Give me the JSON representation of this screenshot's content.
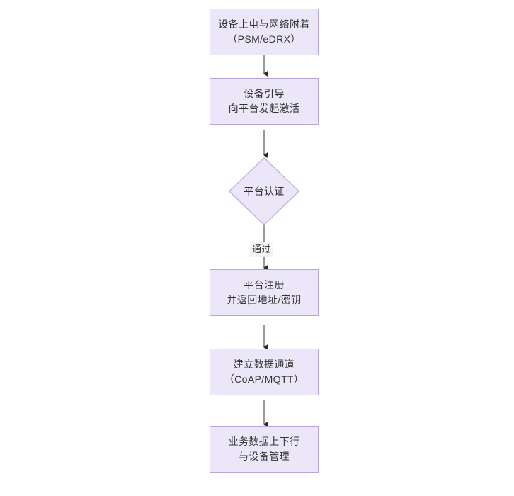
{
  "diagram": {
    "type": "flowchart",
    "orientation": "top-to-bottom",
    "background_color": "#ffffff",
    "node_fill_color": "#ebe7f8",
    "node_border_color": "#b9a5dc",
    "text_color": "#333333",
    "connector_color": "#333333",
    "nodes": [
      {
        "id": "n1",
        "shape": "rectangle",
        "line1": "设备上电与网络附着",
        "line2": "（PSM/eDRX）"
      },
      {
        "id": "n2",
        "shape": "rectangle",
        "line1": "设备引导",
        "line2": "向平台发起激活"
      },
      {
        "id": "n3",
        "shape": "diamond",
        "line1": "平台认证",
        "line2": ""
      },
      {
        "id": "n4",
        "shape": "rectangle",
        "line1": "平台注册",
        "line2": "并返回地址/密钥"
      },
      {
        "id": "n5",
        "shape": "rectangle",
        "line1": "建立数据通道",
        "line2": "（CoAP/MQTT）"
      },
      {
        "id": "n6",
        "shape": "rectangle",
        "line1": "业务数据上下行",
        "line2": "与设备管理"
      }
    ],
    "edges": [
      {
        "from": "n1",
        "to": "n2",
        "label": ""
      },
      {
        "from": "n2",
        "to": "n3",
        "label": ""
      },
      {
        "from": "n3",
        "to": "n4",
        "label": "通过"
      },
      {
        "from": "n4",
        "to": "n5",
        "label": ""
      },
      {
        "from": "n5",
        "to": "n6",
        "label": ""
      }
    ]
  }
}
